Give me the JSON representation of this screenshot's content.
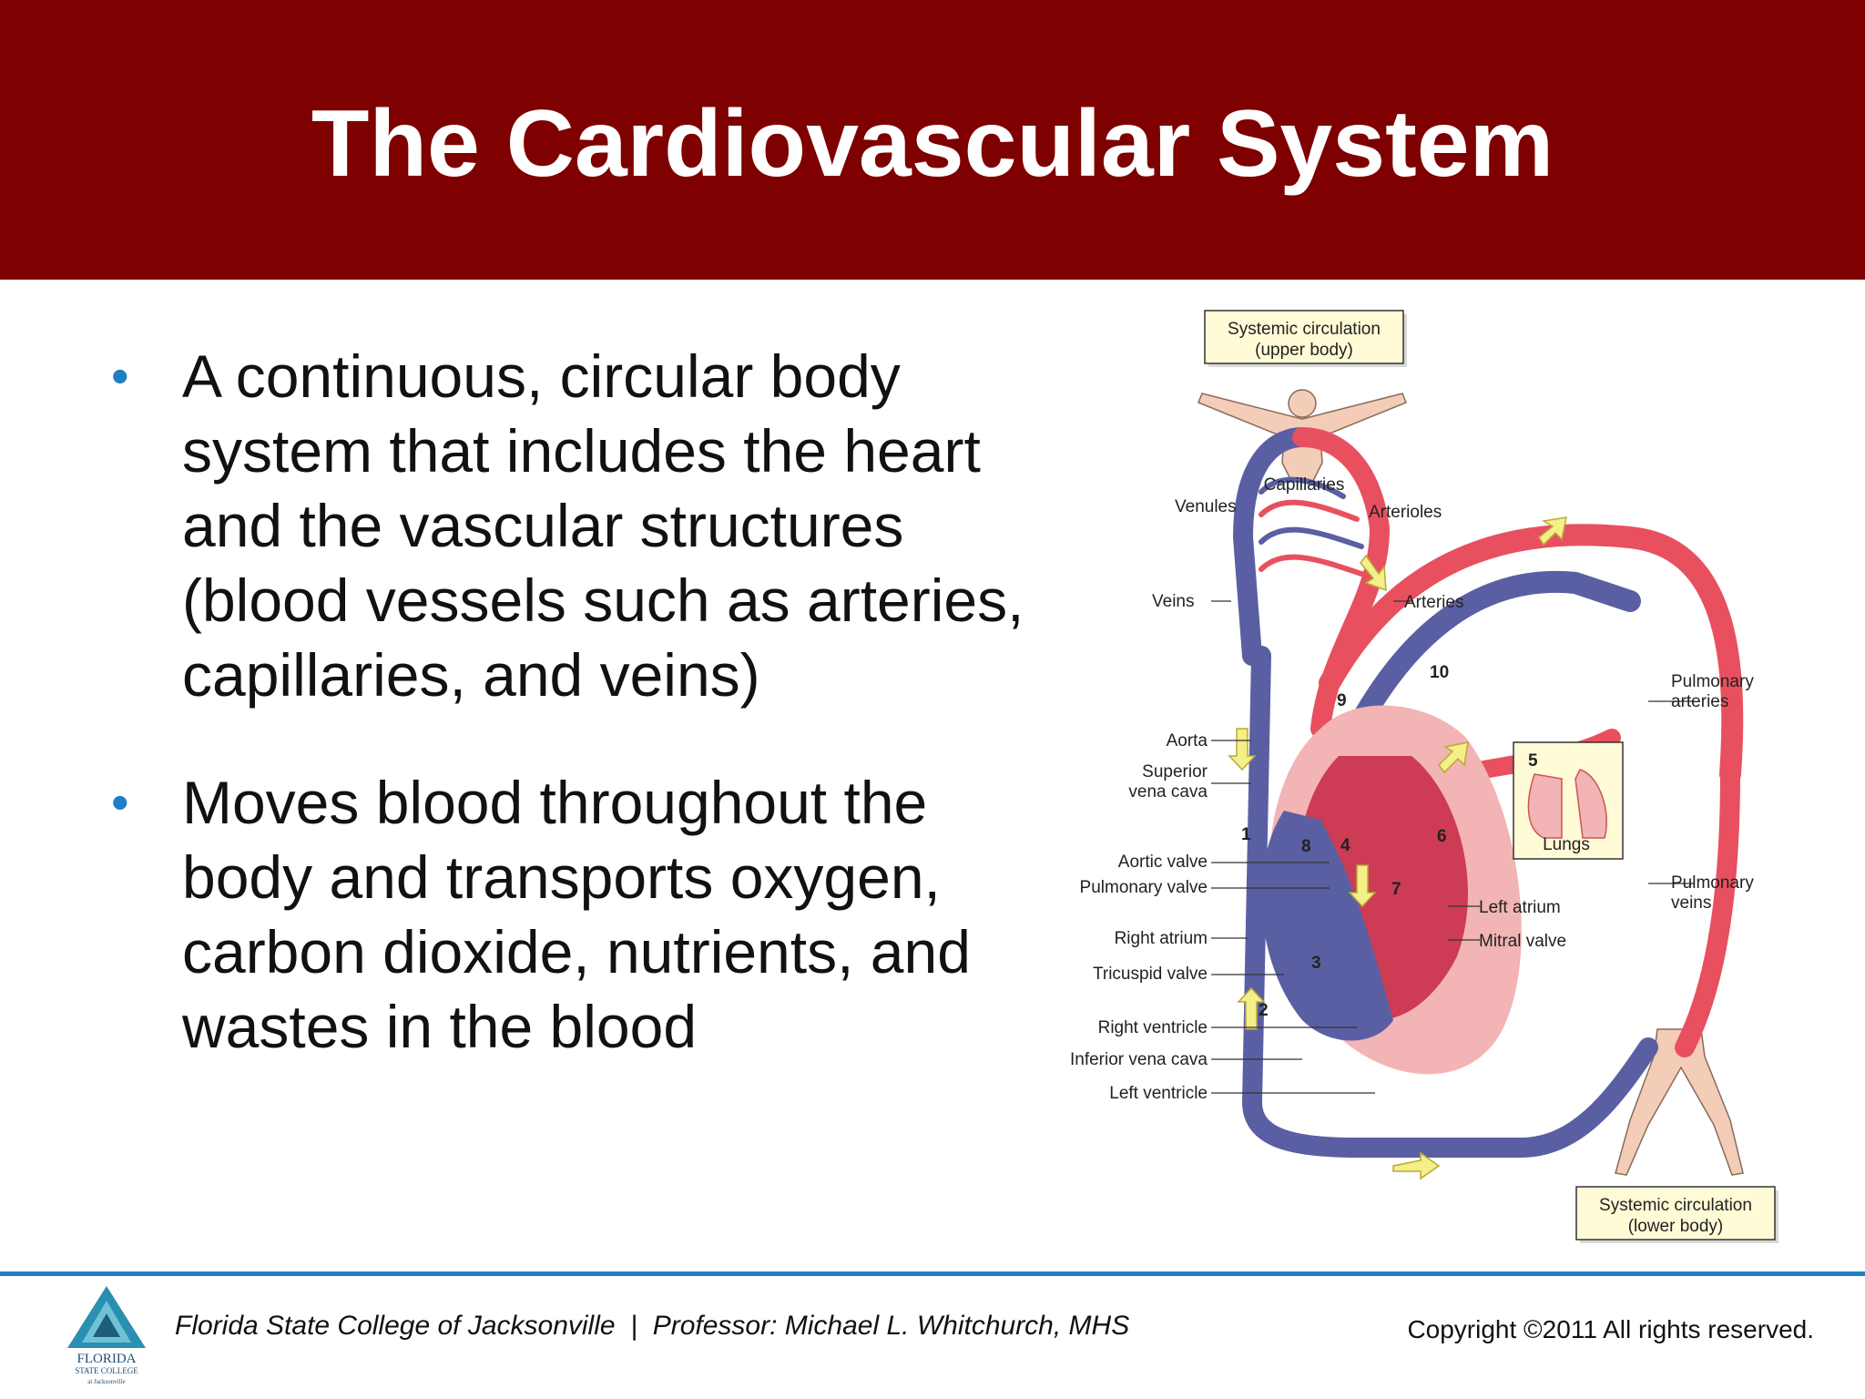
{
  "slide": {
    "title": "The Cardiovascular System",
    "bullets": [
      "A continuous, circular body system that includes the heart and the vascular structures (blood vessels such as arteries, capillaries, and veins)",
      "Moves blood throughout the body and transports oxygen, carbon dioxide, nutrients, and wastes in the blood"
    ]
  },
  "diagram": {
    "box_upper_line1": "Systemic circulation",
    "box_upper_line2": "(upper body)",
    "box_lower_line1": "Systemic circulation",
    "box_lower_line2": "(lower body)",
    "capillaries": "Capillaries",
    "venules": "Venules",
    "arterioles": "Arterioles",
    "veins": "Veins",
    "arteries": "Arteries",
    "pulmonary_arteries_1": "Pulmonary",
    "pulmonary_arteries_2": "arteries",
    "aorta": "Aorta",
    "superior_vena_cava_1": "Superior",
    "superior_vena_cava_2": "vena cava",
    "lungs": "Lungs",
    "aortic_valve": "Aortic valve",
    "pulmonary_valve": "Pulmonary valve",
    "pulmonary_veins_1": "Pulmonary",
    "pulmonary_veins_2": "veins",
    "left_atrium": "Left atrium",
    "right_atrium": "Right atrium",
    "mitral_valve": "Mitral valve",
    "tricuspid_valve": "Tricuspid valve",
    "right_ventricle": "Right ventricle",
    "inferior_vena_cava": "Inferior vena cava",
    "left_ventricle": "Left ventricle",
    "steps": [
      "1",
      "2",
      "3",
      "4",
      "5",
      "6",
      "7",
      "8",
      "9",
      "10"
    ]
  },
  "footer": {
    "institution": "Florida State College of Jacksonville  |  Professor: Michael L. Whitchurch, MHS",
    "copyright": "Copyright ©2011  All rights reserved.",
    "logo_line1": "FLORIDA",
    "logo_line2": "STATE COLLEGE",
    "logo_line3": "at Jacksonville"
  },
  "colors": {
    "header": "#7e0000",
    "accent": "#1f7fc4",
    "oxygenated": "#e8505f",
    "deoxygenated": "#5a5fa3"
  }
}
